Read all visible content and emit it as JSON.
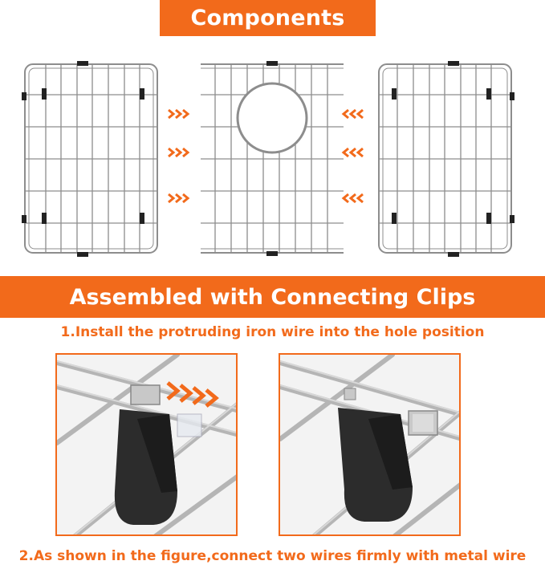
{
  "colors": {
    "accent": "#F26A1B",
    "wire": "#9a9a9a",
    "clip": "#2a2a2a"
  },
  "header": {
    "title": "Components"
  },
  "assembly": {
    "title": "Assembled with Connecting Clips",
    "step1": "1.Install the protruding iron wire into the hole position",
    "step2": "2.As shown in the figure,connect two wires firmly with metal wire"
  },
  "icons": {
    "arrows": "chevrons-right-icon",
    "arrows_reverse": "chevrons-left-icon"
  }
}
